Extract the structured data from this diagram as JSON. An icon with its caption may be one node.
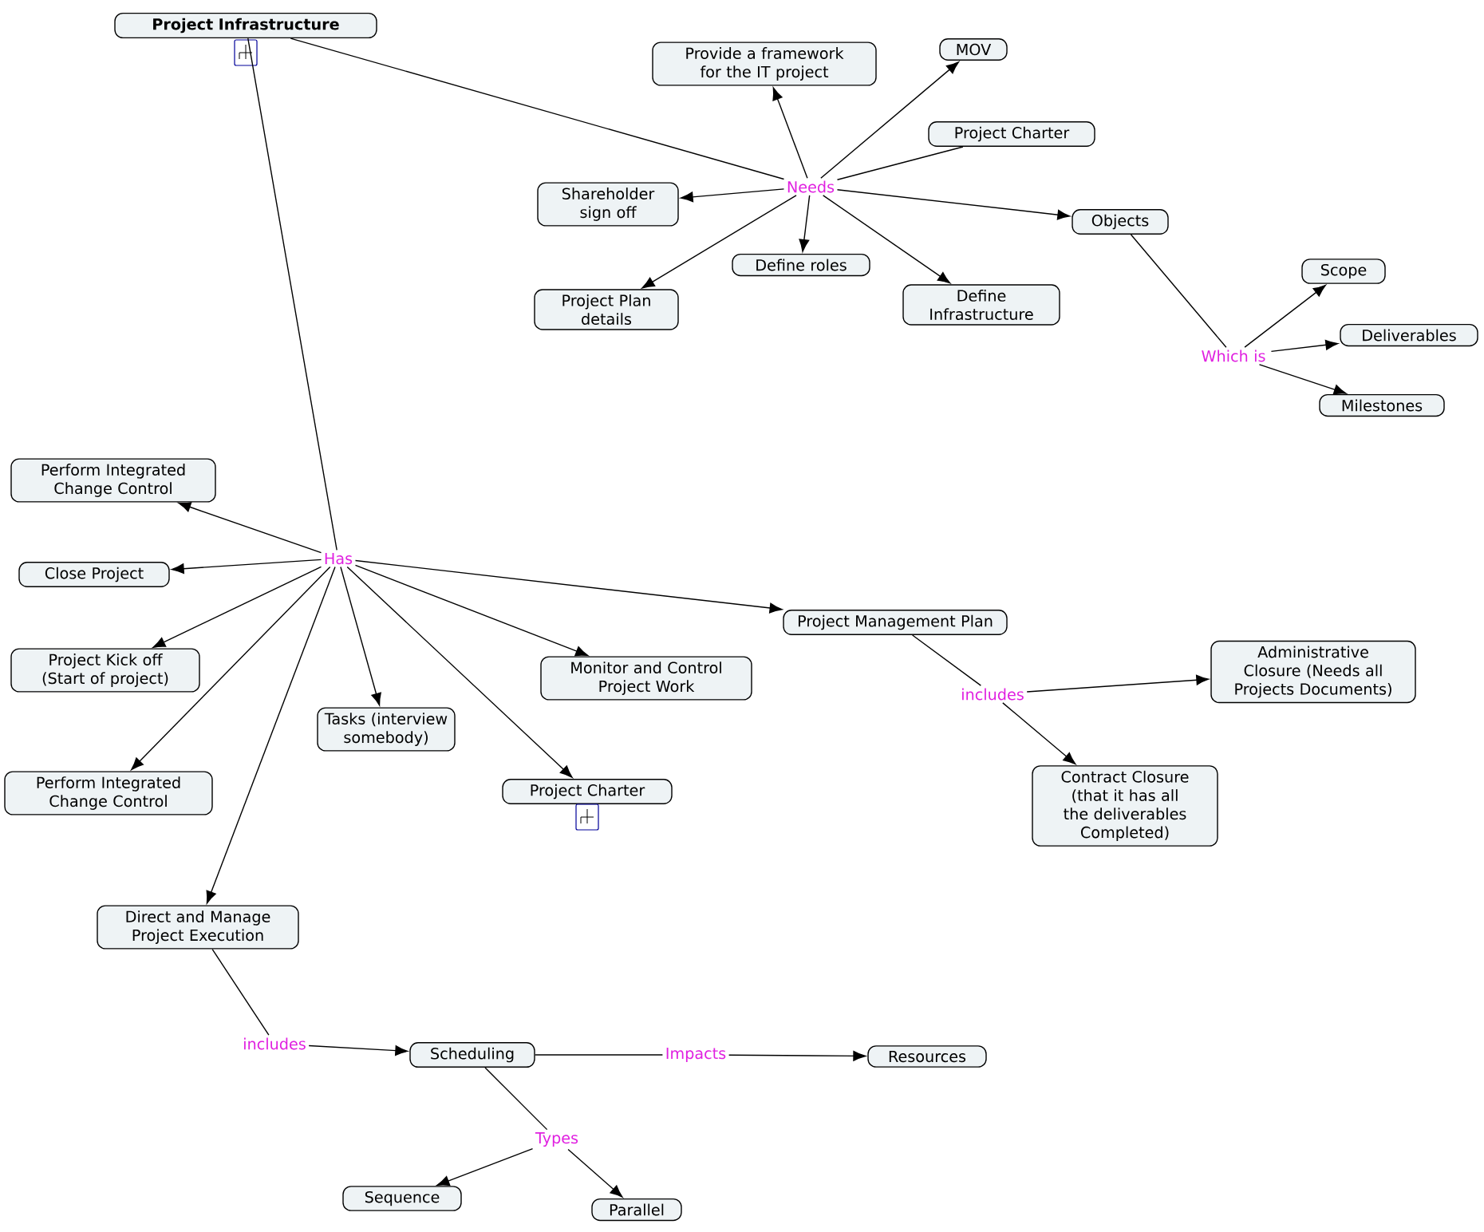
{
  "diagram": {
    "nodes": [
      {
        "text": [
          "Project Infrastructure"
        ]
      },
      {
        "text": [
          "Provide a framework for the IT project"
        ]
      },
      {
        "text": [
          "MOV"
        ]
      },
      {
        "text": [
          "Project Charter"
        ]
      },
      {
        "text": [
          "Needs"
        ]
      },
      {
        "text": [
          "Shareholder sign off"
        ]
      },
      {
        "text": [
          "Objects"
        ]
      },
      {
        "text": [
          "Define roles"
        ]
      },
      {
        "text": [
          "Project Plan details"
        ]
      },
      {
        "text": [
          "Define Infrastructure"
        ]
      },
      {
        "text": [
          "Scope"
        ]
      },
      {
        "text": [
          "Which is"
        ]
      },
      {
        "text": [
          "Deliverables"
        ]
      },
      {
        "text": [
          "Milestones"
        ]
      },
      {
        "text": [
          "Perform Integrated Change Control"
        ]
      },
      {
        "text": [
          "Has"
        ]
      },
      {
        "text": [
          "Close Project"
        ]
      },
      {
        "text": [
          "Project Management Plan"
        ]
      },
      {
        "text": [
          "Project Kick off (Start of project)"
        ]
      },
      {
        "text": [
          "Monitor and Control Project Work"
        ]
      },
      {
        "text": [
          "Administrative Closure (Needs all Projects Documents)"
        ]
      },
      {
        "text": [
          "Tasks (interview somebody)"
        ]
      },
      {
        "text": [
          "includes"
        ]
      },
      {
        "text": [
          "Perform Integrated Change Control"
        ]
      },
      {
        "text": [
          "Project Charter"
        ]
      },
      {
        "text": [
          "Contract Closure (that it has all the deliverables Completed)"
        ]
      },
      {
        "text": [
          "Direct and Manage Project Execution"
        ]
      },
      {
        "text": [
          "includes"
        ]
      },
      {
        "text": [
          "Scheduling"
        ]
      },
      {
        "text": [
          "Impacts"
        ]
      },
      {
        "text": [
          "Resources"
        ]
      },
      {
        "text": [
          "Types"
        ]
      },
      {
        "text": [
          "Sequence"
        ]
      },
      {
        "text": [
          "Parallel"
        ]
      }
    ],
    "edges": [
      {
        "from": 0,
        "to": 4,
        "arrow": "none"
      },
      {
        "from": 4,
        "to": 1,
        "arrow": "to"
      },
      {
        "from": 4,
        "to": 2,
        "arrow": "to"
      },
      {
        "from": 3,
        "to": 4,
        "arrow": "none"
      },
      {
        "from": 4,
        "to": 5,
        "arrow": "to"
      },
      {
        "from": 4,
        "to": 6,
        "arrow": "to"
      },
      {
        "from": 4,
        "to": 7,
        "arrow": "to"
      },
      {
        "from": 4,
        "to": 8,
        "arrow": "to"
      },
      {
        "from": 4,
        "to": 9,
        "arrow": "to"
      },
      {
        "from": 6,
        "to": 11,
        "arrow": "none"
      },
      {
        "from": 11,
        "to": 10,
        "arrow": "to"
      },
      {
        "from": 11,
        "to": 12,
        "arrow": "to"
      },
      {
        "from": 11,
        "to": 13,
        "arrow": "to"
      },
      {
        "from": 0,
        "to": 15,
        "arrow": "none"
      },
      {
        "from": 15,
        "to": 14,
        "arrow": "to"
      },
      {
        "from": 15,
        "to": 16,
        "arrow": "to"
      },
      {
        "from": 15,
        "to": 18,
        "arrow": "to"
      },
      {
        "from": 15,
        "to": 23,
        "arrow": "to"
      },
      {
        "from": 15,
        "to": 26,
        "arrow": "to"
      },
      {
        "from": 15,
        "to": 21,
        "arrow": "to"
      },
      {
        "from": 15,
        "to": 24,
        "arrow": "to"
      },
      {
        "from": 15,
        "to": 19,
        "arrow": "to"
      },
      {
        "from": 15,
        "to": 17,
        "arrow": "to"
      },
      {
        "from": 17,
        "to": 22,
        "arrow": "none"
      },
      {
        "from": 22,
        "to": 20,
        "arrow": "to"
      },
      {
        "from": 22,
        "to": 25,
        "arrow": "to"
      },
      {
        "from": 26,
        "to": 27,
        "arrow": "none"
      },
      {
        "from": 27,
        "to": 28,
        "arrow": "to"
      },
      {
        "from": 28,
        "to": 29,
        "arrow": "none"
      },
      {
        "from": 29,
        "to": 30,
        "arrow": "to"
      },
      {
        "from": 28,
        "to": 31,
        "arrow": "none"
      },
      {
        "from": 31,
        "to": 32,
        "arrow": "to"
      },
      {
        "from": 31,
        "to": 33,
        "arrow": "to"
      }
    ]
  }
}
